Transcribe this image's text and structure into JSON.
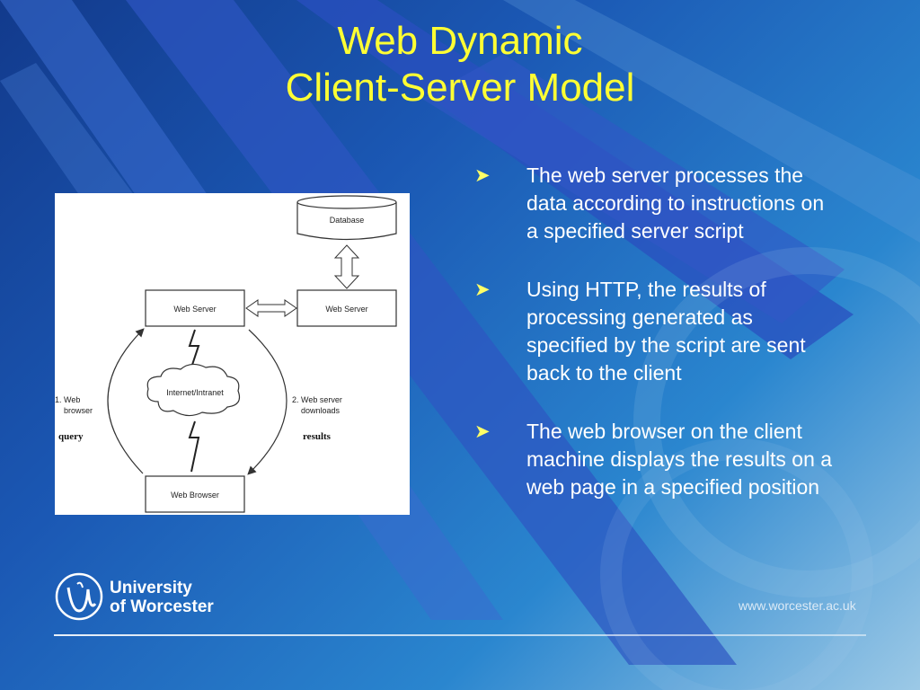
{
  "title": {
    "line1": "Web Dynamic",
    "line2": "Client-Server Model"
  },
  "diagram": {
    "database": "Database",
    "web_server_left": "Web Server",
    "web_server_right": "Web Server",
    "internet": "Internet/Intranet",
    "web_browser": "Web Browser",
    "step1_line1": "1. Web",
    "step1_line2": "browser",
    "step1_word": "query",
    "step2_line1": "2. Web server",
    "step2_line2": "downloads",
    "step2_word": "results"
  },
  "bullets": [
    {
      "icon": "arrow-bullet-icon",
      "text": "The web server processes the data according to instructions on a specified server script"
    },
    {
      "icon": "arrow-bullet-icon",
      "text": "Using HTTP, the results of processing generated as specified by the script are sent back to the client"
    },
    {
      "icon": "arrow-bullet-icon",
      "text": "The web browser on the client machine displays the results on a web page in a specified position"
    }
  ],
  "footer": {
    "logo_line1": "University",
    "logo_line2": "of Worcester",
    "url": "www.worcester.ac.uk"
  },
  "colors": {
    "title": "#ffff33",
    "bullet_arrow": "#ffff66",
    "text": "#ffffff"
  }
}
